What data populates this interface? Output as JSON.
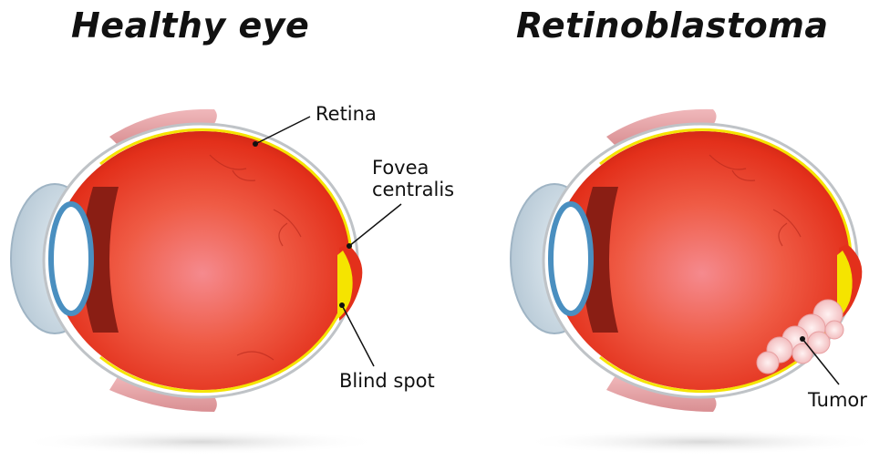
{
  "titles": {
    "healthy": "Healthy eye",
    "disease": "Retinoblastoma"
  },
  "labels": {
    "retina": "Retina",
    "fovea_line1": "Fovea",
    "fovea_line2": "centralis",
    "blind_spot": "Blind spot",
    "tumor": "Tumor"
  },
  "colors": {
    "eyeball_red": "#e8321c",
    "retina_yellow": "#f5e400",
    "lens_blue": "#4a8fc0",
    "eyelid_pink": "#e6a3a6",
    "tumor_pink": "#f7c9c9"
  }
}
